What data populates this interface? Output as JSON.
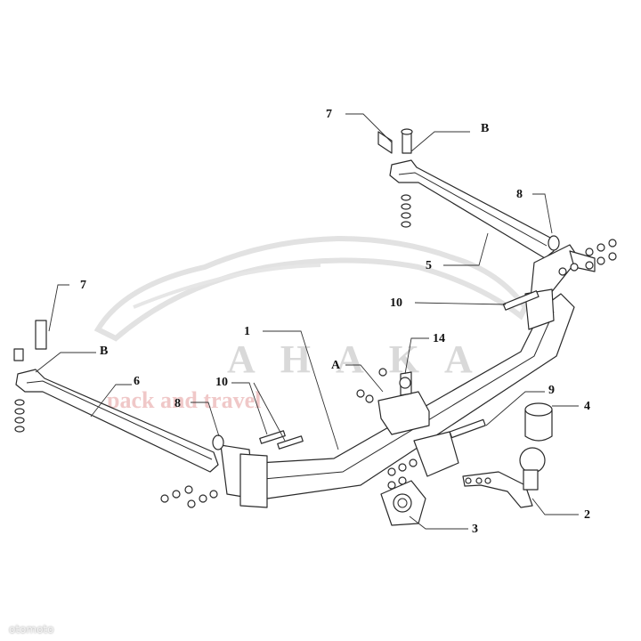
{
  "labels": {
    "l1": "1",
    "l2": "2",
    "l3": "3",
    "l4": "4",
    "l5": "5",
    "l6": "6",
    "l7a": "7",
    "l7b": "7",
    "l8a": "8",
    "l8b": "8",
    "l9": "9",
    "l10a": "10",
    "l10b": "10",
    "l14": "14",
    "lA": "A",
    "lBa": "B",
    "lBb": "B"
  },
  "watermark": {
    "brand": "AHAKA",
    "tagline": "pack and travel"
  },
  "credit": "otomoto"
}
